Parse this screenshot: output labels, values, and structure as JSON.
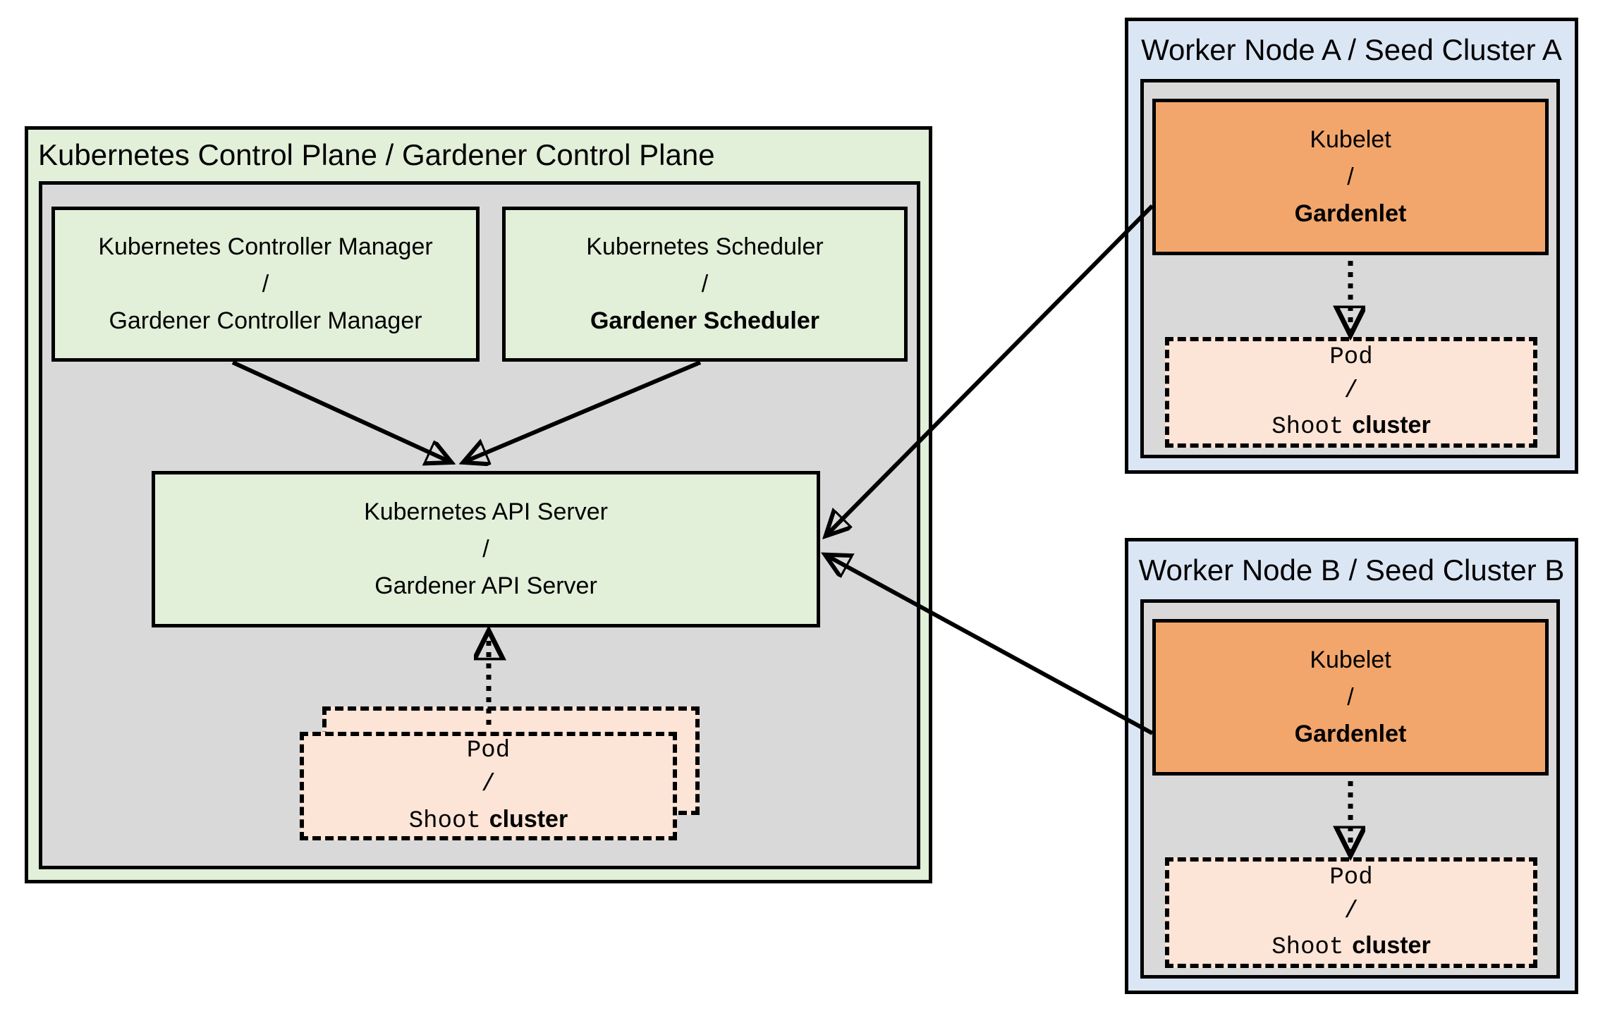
{
  "colors": {
    "control_plane_fill": "#E2EFD9",
    "inner_fill": "#D9D9D9",
    "worker_fill": "#DBE6F5",
    "kubelet_fill": "#F2A66C",
    "pod_fill": "#FCE4D6",
    "line_color": "#000000"
  },
  "control_plane": {
    "title": "Kubernetes Control Plane / Gardener Control Plane",
    "controller_manager": {
      "top": "Kubernetes Controller Manager",
      "slash": "/",
      "bottom": "Gardener Controller Manager"
    },
    "scheduler": {
      "top": "Kubernetes Scheduler",
      "slash": "/",
      "bottom": "Gardener Scheduler"
    },
    "api_server": {
      "top": "Kubernetes API Server",
      "slash": "/",
      "bottom": "Gardener API Server"
    },
    "pod_stack": {
      "top": "Pod",
      "slash": "/",
      "bottom_mono": "Shoot",
      "bottom_sans": "cluster"
    }
  },
  "worker_a": {
    "title": "Worker Node A / Seed Cluster A",
    "kubelet": {
      "top": "Kubelet",
      "slash": "/",
      "bottom": "Gardenlet"
    },
    "pod": {
      "top": "Pod",
      "slash": "/",
      "bottom_mono": "Shoot",
      "bottom_sans": "cluster"
    }
  },
  "worker_b": {
    "title": "Worker Node B / Seed Cluster B",
    "kubelet": {
      "top": "Kubelet",
      "slash": "/",
      "bottom": "Gardenlet"
    },
    "pod": {
      "top": "Pod",
      "slash": "/",
      "bottom_mono": "Shoot",
      "bottom_sans": "cluster"
    }
  }
}
